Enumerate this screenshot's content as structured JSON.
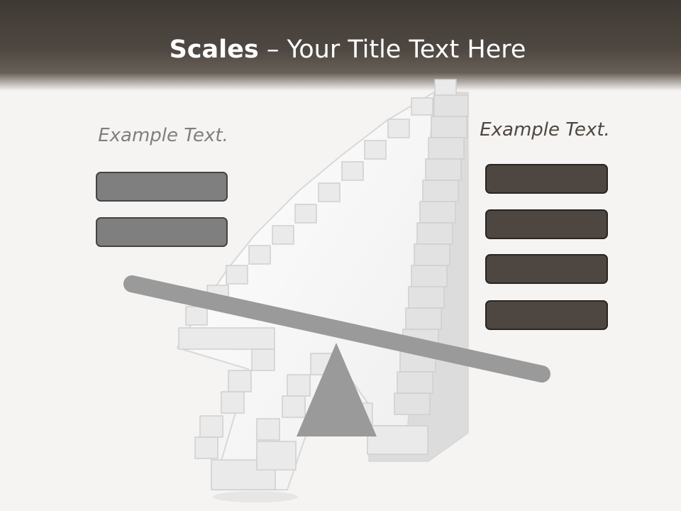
{
  "slide": {
    "title_bold": "Scales",
    "title_rest": " – Your Title Text Here",
    "left_label": "Example Text.",
    "right_label": "Example Text.",
    "left_box_count": 2,
    "right_box_count": 4
  },
  "colors": {
    "header_dark": "#3f3934",
    "left_box": "#7f7f7f",
    "right_box": "#4e4640",
    "scale": "#9a9a9a",
    "background": "#f5f4f3"
  },
  "icons": {
    "background_art": "pixel-arrow-cursor-icon",
    "scale_beam": "balance-beam",
    "scale_fulcrum": "triangle-fulcrum"
  }
}
